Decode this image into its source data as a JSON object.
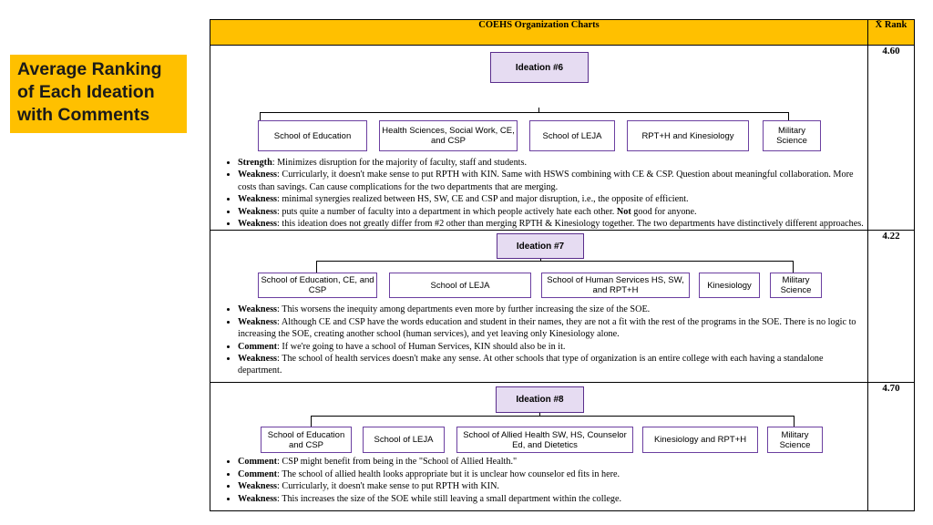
{
  "side_title": "Average Ranking of Each Ideation with Comments",
  "header": {
    "title": "COEHS Organization Charts",
    "rank_label": "X̄ Rank"
  },
  "rows": [
    {
      "rank": "4.60",
      "ideation": "Ideation #6",
      "units": [
        "School of Education",
        "Health Sciences, Social Work, CE, and CSP",
        "School of LEJA",
        "RPT+H and Kinesiology",
        "Military Science"
      ],
      "notes": [
        {
          "label": "Strength",
          "text": ": Minimizes disruption for the majority of faculty, staff and students."
        },
        {
          "label": "Weakness",
          "text": ": Curricularly, it doesn't make sense to put RPTH with KIN. Same with HSWS combining with CE & CSP. Question about meaningful collaboration. More costs than savings. Can cause complications for the two departments that are merging."
        },
        {
          "label": "Weakness",
          "text": ": minimal synergies realized between HS, SW, CE and CSP and major disruption, i.e., the opposite of efficient."
        },
        {
          "label": "Weakness",
          "text_a": ": puts quite a number of faculty into a department in which people actively hate each other. ",
          "emph": "Not",
          "text_b": " good for anyone."
        },
        {
          "label": "Weakness",
          "text": ": this ideation does not greatly differ from #2 other than merging RPTH & Kinesiology together. The two departments have distinctively different approaches."
        }
      ]
    },
    {
      "rank": "4.22",
      "ideation": "Ideation #7",
      "units": [
        "School of Education, CE, and CSP",
        "School of LEJA",
        "School of Human Services HS, SW, and RPT+H",
        "Kinesiology",
        "Military Science"
      ],
      "notes": [
        {
          "label": "Weakness",
          "text": ": This worsens the inequity among departments even more by further increasing the size of the SOE."
        },
        {
          "label": "Weakness",
          "text": ": Although CE and CSP have the words education and student in their names, they are not a fit with the rest of the programs in the SOE. There is no logic to increasing the SOE, creating another school (human services), and yet leaving only Kinesiology alone."
        },
        {
          "label": "Comment",
          "text": ": If we're going to have a school of Human Services, KIN should also be in it."
        },
        {
          "label": "Weakness",
          "text": ": The school of health services doesn't make any sense. At other schools that type of organization is an entire college with each having a standalone department."
        }
      ]
    },
    {
      "rank": "4.70",
      "ideation": "Ideation #8",
      "units": [
        "School of Education and CSP",
        "School of LEJA",
        "School of Allied Health SW, HS, Counselor Ed, and Dietetics",
        "Kinesiology and RPT+H",
        "Military Science"
      ],
      "notes": [
        {
          "label": "Comment",
          "text": ": CSP might benefit from being in the \"School of Allied Health.\""
        },
        {
          "label": "Comment",
          "text": ": The school of allied health looks appropriate but it is unclear how counselor ed fits in here."
        },
        {
          "label": "Weakness",
          "text": ": Curricularly, it doesn't make sense to put RPTH with KIN."
        },
        {
          "label": "Weakness",
          "text": ": This increases the size of the SOE while still leaving a small department within the college."
        }
      ]
    }
  ]
}
